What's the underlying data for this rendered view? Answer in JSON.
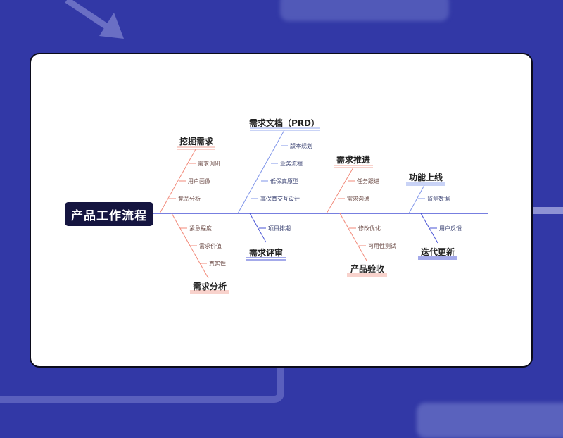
{
  "diagram": {
    "type": "fishbone",
    "root": {
      "label": "产品工作流程"
    },
    "colors": {
      "background": "#3238a6",
      "card": "#ffffff",
      "card_border": "#0b0b1a",
      "root_fill": "#151540",
      "spine": "#4a55d6",
      "red_branch": "#f28a7a",
      "blue_branch": "#7f95ea",
      "red_underline": "#f2a49a",
      "blue_underline": "#93a7ee"
    },
    "branches": [
      {
        "id": "wajue",
        "label": "挖掘需求",
        "position": "top",
        "color": "red",
        "items": [
          "需求调研",
          "用户画像",
          "竞品分析"
        ]
      },
      {
        "id": "fenxi",
        "label": "需求分析",
        "position": "bottom",
        "color": "red",
        "items": [
          "紧急程度",
          "需求价值",
          "真实性"
        ]
      },
      {
        "id": "prd",
        "label": "需求文档（PRD）",
        "position": "top",
        "color": "blue",
        "items": [
          "版本规划",
          "业务流程",
          "低保真原型",
          "高保真交互设计"
        ]
      },
      {
        "id": "pingshen",
        "label": "需求评审",
        "position": "bottom",
        "color": "blue",
        "items": [
          "项目排期"
        ]
      },
      {
        "id": "tuijin",
        "label": "需求推进",
        "position": "top",
        "color": "red",
        "items": [
          "任务跟进",
          "需求沟通"
        ]
      },
      {
        "id": "yanshou",
        "label": "产品验收",
        "position": "bottom",
        "color": "red",
        "items": [
          "修改优化",
          "可用性测试"
        ]
      },
      {
        "id": "shangxian",
        "label": "功能上线",
        "position": "top",
        "color": "blue",
        "items": [
          "监测数据"
        ]
      },
      {
        "id": "diedai",
        "label": "迭代更新",
        "position": "bottom",
        "color": "blue",
        "items": [
          "用户反馈"
        ]
      }
    ]
  }
}
